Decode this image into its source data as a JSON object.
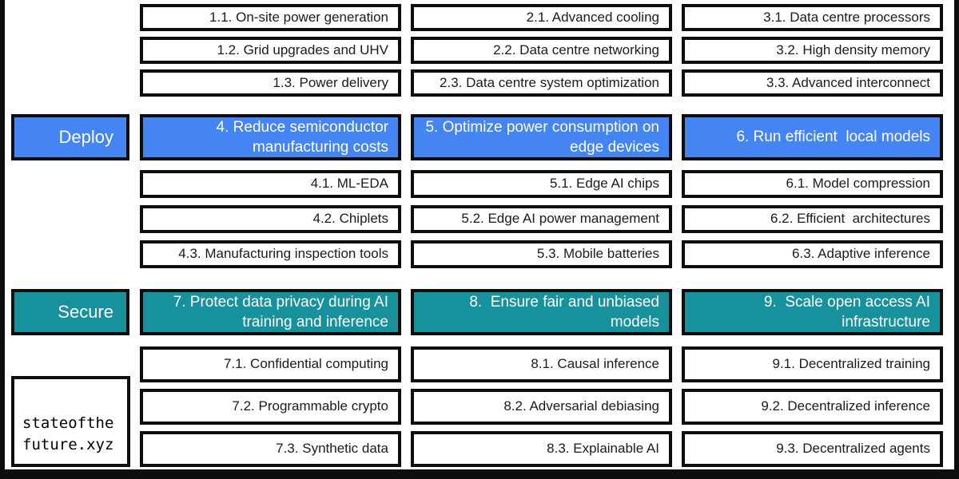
{
  "colors": {
    "deploy_accent": "#4484f3",
    "secure_accent": "#17919c",
    "frame": "#0d0d0d"
  },
  "logo": {
    "line1": "stateofthe",
    "line2": "future.xyz"
  },
  "top_section": {
    "columns": [
      {
        "items": [
          "1.1. On-site power generation",
          "1.2. Grid upgrades and UHV",
          "1.3. Power delivery"
        ]
      },
      {
        "items": [
          "2.1. Advanced cooling",
          "2.2. Data centre networking",
          "2.3. Data centre system optimization"
        ]
      },
      {
        "items": [
          "3.1. Data centre processors",
          "3.2. High density memory",
          "3.3. Advanced interconnect"
        ]
      }
    ]
  },
  "deploy_section": {
    "label": "Deploy",
    "columns": [
      {
        "header": "4. Reduce semiconductor manufacturing costs",
        "items": [
          "4.1. ML-EDA",
          "4.2. Chiplets",
          "4.3. Manufacturing inspection tools"
        ]
      },
      {
        "header": "5. Optimize power consumption on edge devices",
        "items": [
          "5.1. Edge AI chips",
          "5.2. Edge AI power management",
          "5.3. Mobile batteries"
        ]
      },
      {
        "header": "6. Run efficient  local models",
        "items": [
          "6.1. Model compression",
          "6.2. Efficient  architectures",
          "6.3. Adaptive inference"
        ]
      }
    ]
  },
  "secure_section": {
    "label": "Secure",
    "columns": [
      {
        "header": "7. Protect data privacy during AI training and inference",
        "items": [
          "7.1. Confidential computing",
          "7.2. Programmable crypto",
          "7.3. Synthetic data"
        ]
      },
      {
        "header": "8.  Ensure fair and unbiased models",
        "items": [
          "8.1. Causal inference",
          "8.2. Adversarial debiasing",
          "8.3. Explainable AI"
        ]
      },
      {
        "header": "9.  Scale open access AI infrastructure",
        "items": [
          "9.1. Decentralized training",
          "9.2. Decentralized inference",
          "9.3. Decentralized agents"
        ]
      }
    ]
  }
}
